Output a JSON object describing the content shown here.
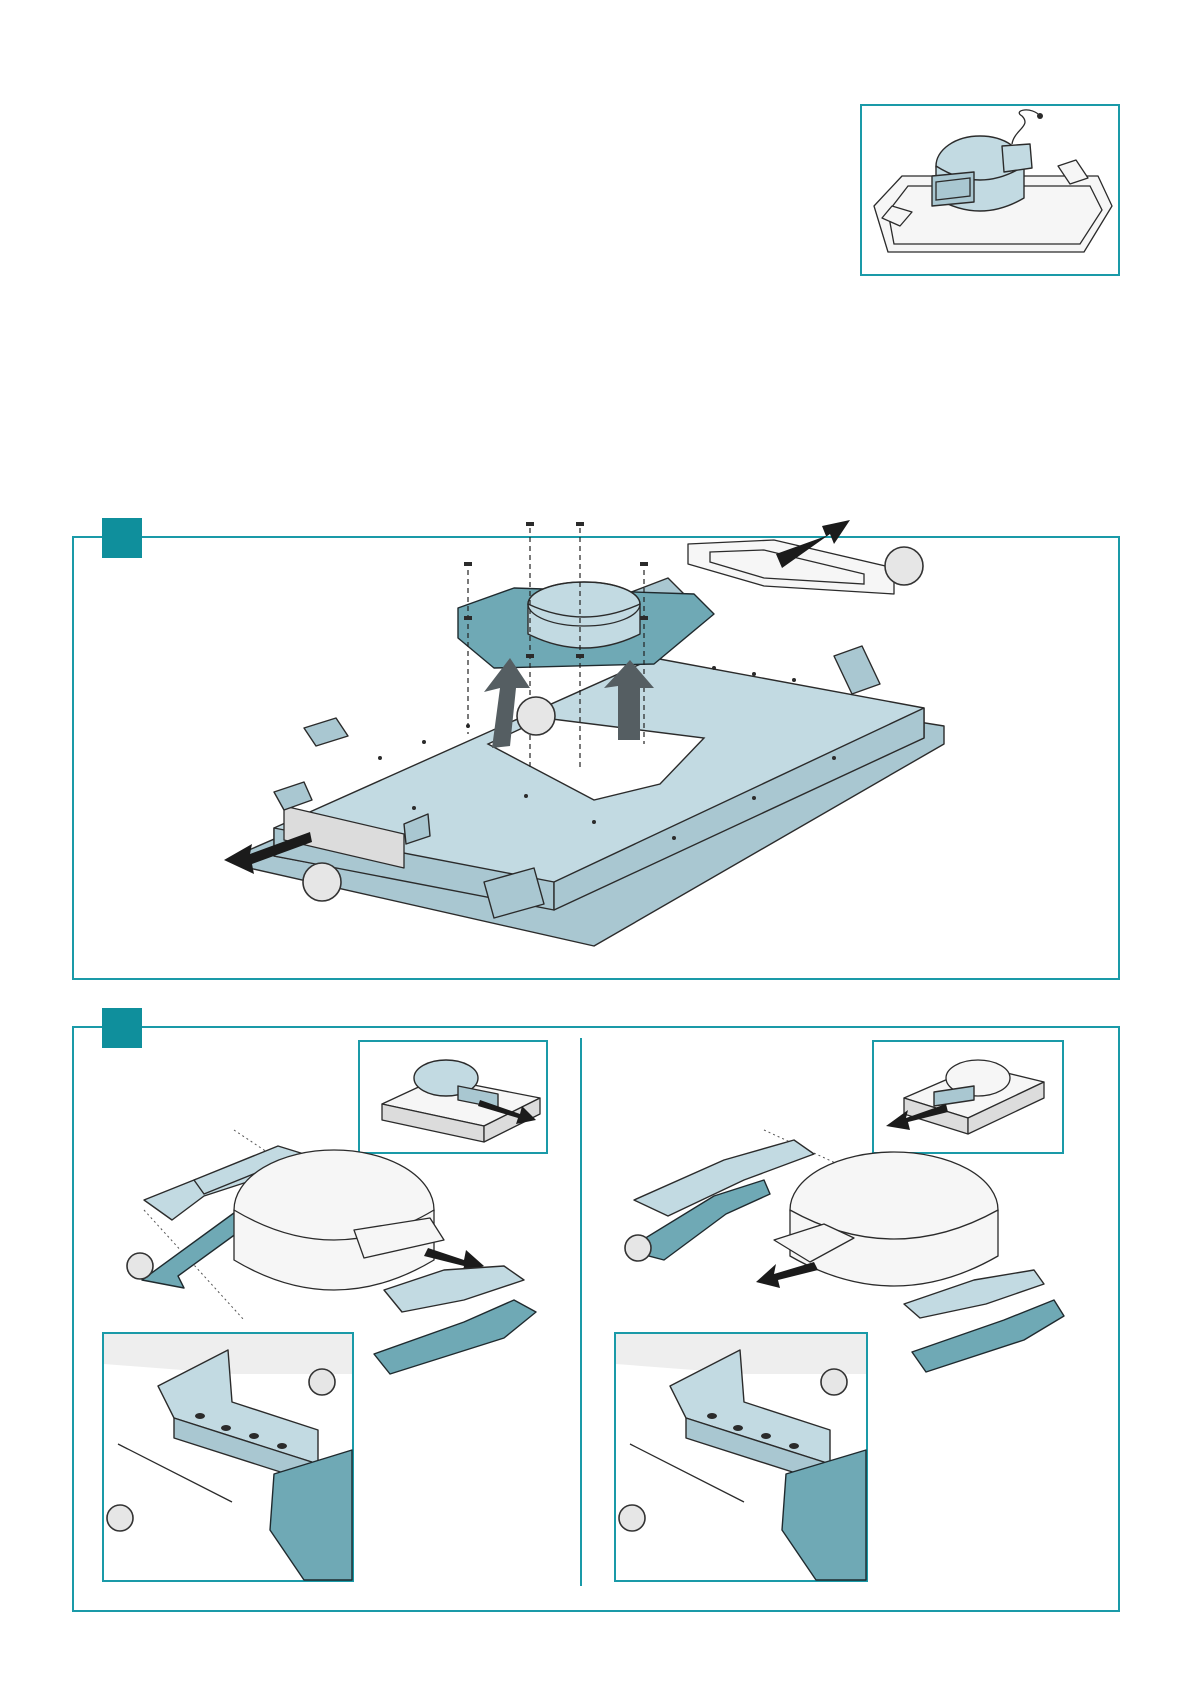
{
  "document": {
    "theme_color": "#1a9aa8",
    "badge_color": "#0f8f9c",
    "part_fill": "#c2dae2",
    "accent_part_fill": "#6fa9b5"
  },
  "panels": [
    {
      "role": "thumbnail",
      "icon": "motor-unit-on-hob-illustration"
    },
    {
      "role": "step",
      "icon": "remove-plate-and-brackets-illustration"
    },
    {
      "role": "step",
      "icon": "reposition-motor-brackets-illustration"
    }
  ]
}
